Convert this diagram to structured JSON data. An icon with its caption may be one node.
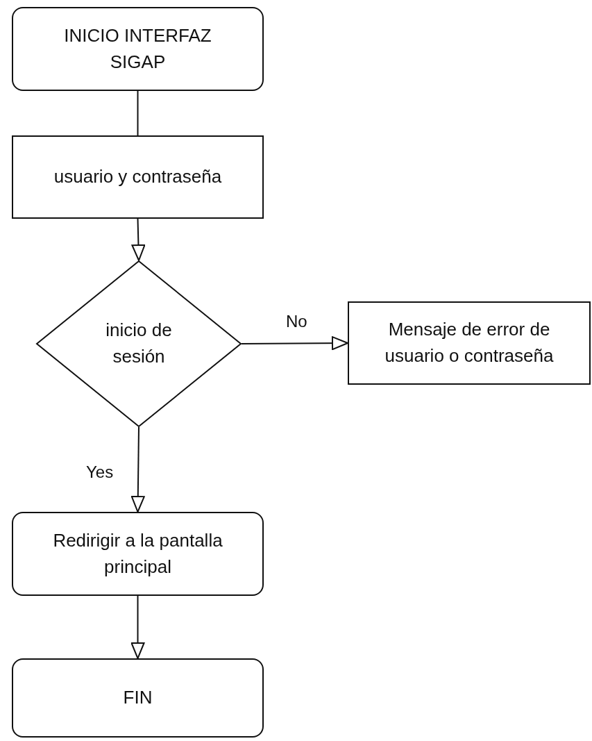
{
  "diagram": {
    "nodes": [
      {
        "text": [
          "INICIO INTERFAZ SIGAP"
        ]
      },
      {
        "text": [
          "usuario y contraseña"
        ]
      },
      {
        "text": [
          "inicio de sesión"
        ]
      },
      {
        "text": [
          "Mensaje de error de usuario o contraseña"
        ]
      },
      {
        "text": [
          "Redirigir a la pantalla principal"
        ]
      },
      {
        "text": [
          "FIN"
        ]
      }
    ],
    "edges": [
      {
        "from": 0,
        "to": 1,
        "arrow": "none"
      },
      {
        "from": 1,
        "to": 2,
        "arrow": "to"
      },
      {
        "from": 2,
        "to": 3,
        "arrow": "to",
        "label": "No"
      },
      {
        "from": 2,
        "to": 4,
        "arrow": "to",
        "label": "Yes"
      },
      {
        "from": 4,
        "to": 5,
        "arrow": "to"
      }
    ]
  }
}
